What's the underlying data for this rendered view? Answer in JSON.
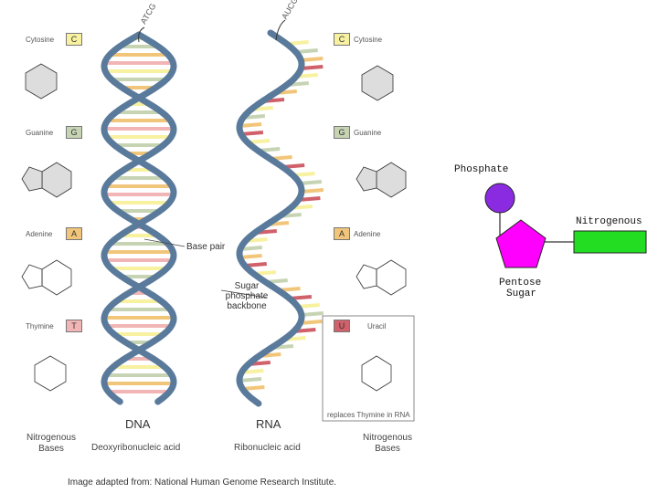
{
  "sequences": {
    "dna": "ATCG",
    "rna": "AUCG"
  },
  "left_bases": [
    {
      "name": "Cytosine",
      "letter": "C"
    },
    {
      "name": "Guanine",
      "letter": "G"
    },
    {
      "name": "Adenine",
      "letter": "A"
    },
    {
      "name": "Thymine",
      "letter": "T"
    }
  ],
  "right_bases": [
    {
      "name": "Cytosine",
      "letter": "C"
    },
    {
      "name": "Guanine",
      "letter": "G"
    },
    {
      "name": "Adenine",
      "letter": "A"
    },
    {
      "name": "Uracil",
      "letter": "U"
    }
  ],
  "callouts": {
    "base_pair": "Base pair",
    "backbone_line1": "Sugar",
    "backbone_line2": "phosphate",
    "backbone_line3": "backbone"
  },
  "uracil_note": "replaces Thymine in RNA",
  "titles": {
    "dna": "DNA",
    "dna_full": "Deoxyribonucleic acid",
    "rna": "RNA",
    "rna_full": "Ribonucleic acid"
  },
  "nitrogenous_bases_line1": "Nitrogenous",
  "nitrogenous_bases_line2": "Bases",
  "credit": "Image adapted from: National Human Genome Research Institute.",
  "nucleotide": {
    "phosphate": "Phosphate",
    "nitrogenous": "Nitrogenous",
    "pentose": "Pentose",
    "sugar": "Sugar"
  },
  "colors": {
    "backbone": "#5a7a9c",
    "cytosine": "#f7f1a0",
    "guanine": "#c6d4b4",
    "adenine": "#f2c67a",
    "thymine": "#f2b5b5",
    "uracil": "#d0606a",
    "phosphate": "#8a2be2",
    "pentose": "#ff00ff",
    "base_rect": "#22dd22"
  }
}
